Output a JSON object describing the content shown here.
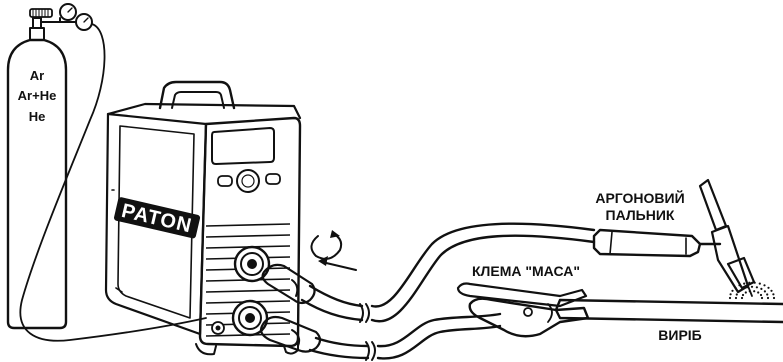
{
  "cylinder": {
    "gas_lines": [
      "Ar",
      "Ar+He",
      "He"
    ]
  },
  "machine": {
    "brand_logo_text": "PATON"
  },
  "labels": {
    "torch": [
      "АРГОНОВИЙ",
      "ПАЛЬНИК"
    ],
    "clamp": "КЛЕМА \"МАСА\"",
    "workpiece": "ВИРІБ"
  },
  "colors": {
    "line": "#111111",
    "background": "#ffffff"
  }
}
